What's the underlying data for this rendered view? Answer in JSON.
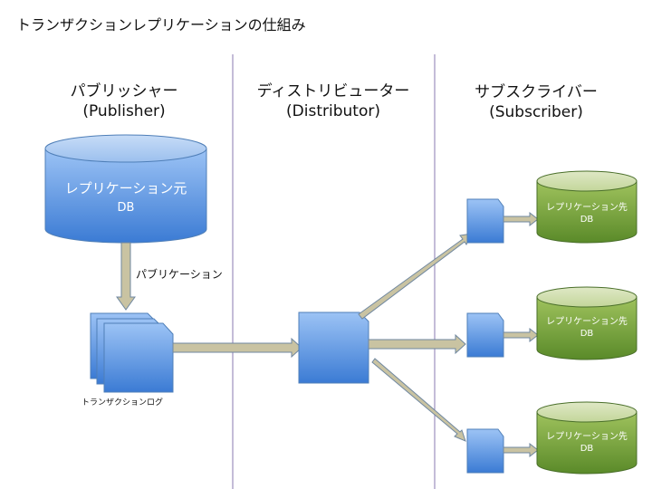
{
  "title": "トランザクションレプリケーションの仕組み",
  "columns": [
    {
      "name": "パブリッシャー",
      "en": "(Publisher)"
    },
    {
      "name": "ディストリビューター",
      "en": "(Distributor)"
    },
    {
      "name": "サブスクライバー",
      "en": "(Subscriber)"
    }
  ],
  "publisher_db": {
    "line1": "レプリケーション元",
    "line2": "DB"
  },
  "publication_label": "パブリケーション",
  "transaction_log_label": "トランザクションログ",
  "subscriber_dbs": [
    {
      "line1": "レプリケーション先",
      "line2": "DB"
    },
    {
      "line1": "レプリケーション先",
      "line2": "DB"
    },
    {
      "line1": "レプリケーション先",
      "line2": "DB"
    }
  ],
  "colors": {
    "blue_top": "#8db8f2",
    "blue_bottom": "#3d7dd6",
    "green_top": "#9cbe5a",
    "green_bottom": "#5b8a2a",
    "arrow_fill": "#c9c3a2",
    "arrow_stroke": "#6f87a0",
    "divider": "#8a78b0"
  }
}
